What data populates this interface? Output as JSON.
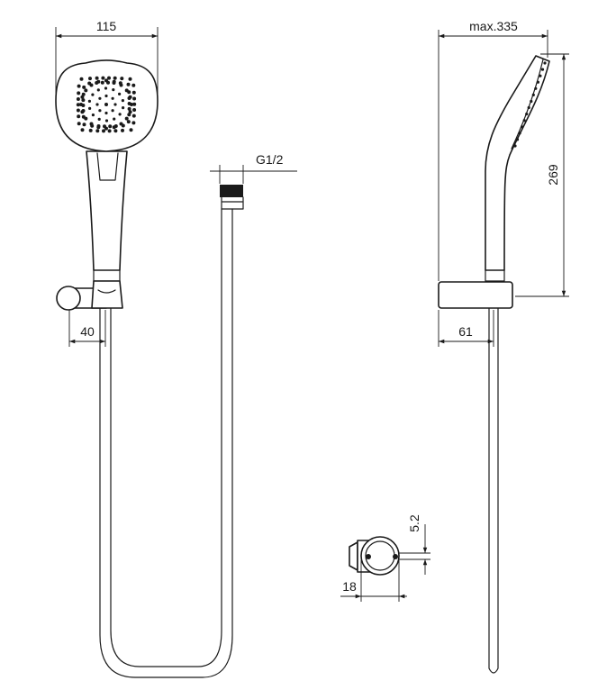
{
  "dimensions": {
    "head_width": "115",
    "hose_thread": "G1/2",
    "holder_offset_front": "40",
    "max_depth": "max.335",
    "height": "269",
    "holder_offset_side": "61",
    "bracket_hole": "5.2",
    "bracket_width": "18"
  }
}
